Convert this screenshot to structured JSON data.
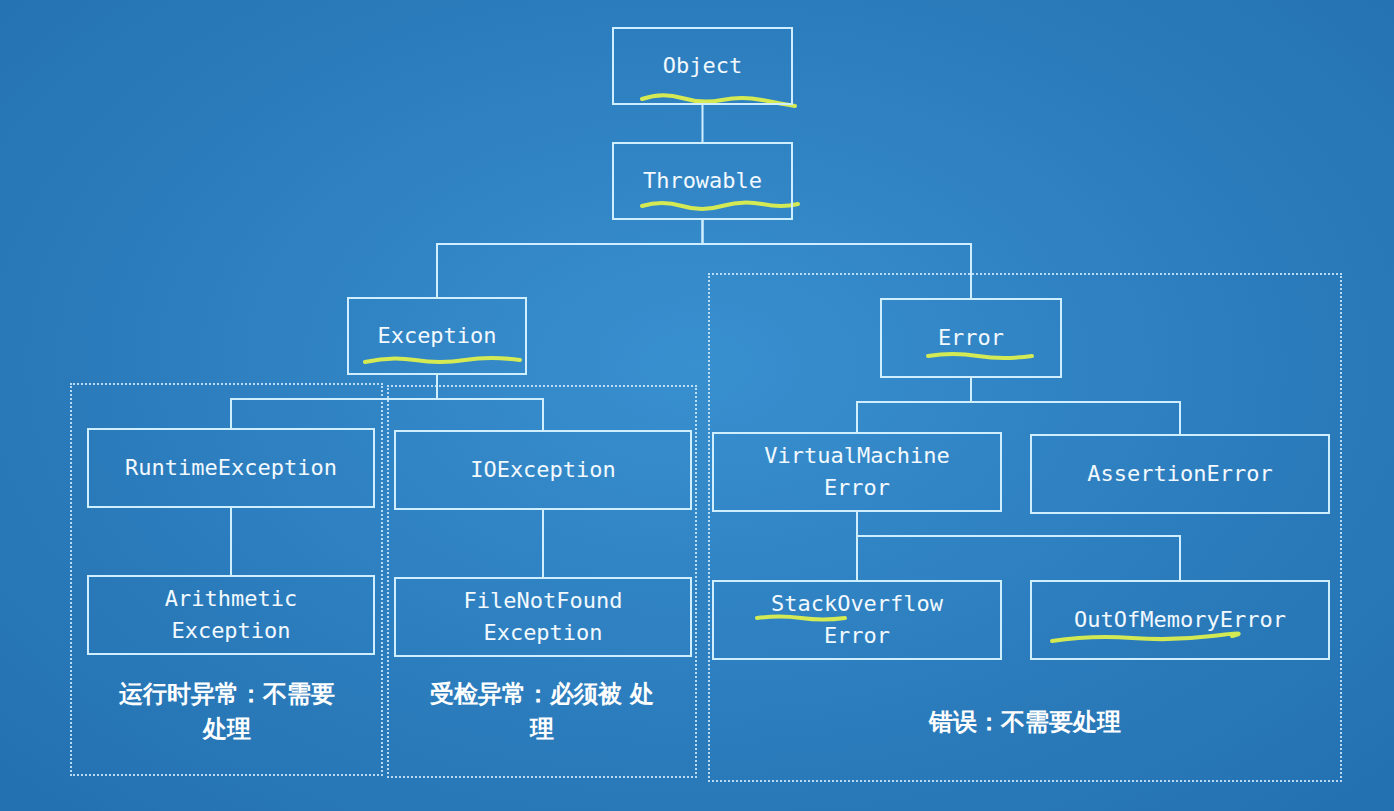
{
  "diagram": {
    "nodes": [
      {
        "text": [
          "Object"
        ]
      },
      {
        "text": [
          "Throwable"
        ]
      },
      {
        "text": [
          "错误：不需要处理"
        ]
      },
      {
        "text": [
          "Error"
        ],
        "in": 2
      },
      {
        "text": [
          "Exception"
        ]
      },
      {
        "text": [
          "运行时异常：不需要 处理"
        ]
      },
      {
        "text": [
          "RuntimeException"
        ],
        "in": 5
      },
      {
        "text": [
          "Arithmetic Exception"
        ],
        "in": 5
      },
      {
        "text": [
          "受检异常：必须被 处理"
        ]
      },
      {
        "text": [
          "IOException"
        ],
        "in": 8
      },
      {
        "text": [
          "FileNotFound Exception"
        ],
        "in": 8
      },
      {
        "text": [
          "VirtualMachine Error"
        ],
        "in": 2
      },
      {
        "text": [
          "AssertionError"
        ],
        "in": 2
      },
      {
        "text": [
          "StackOverflow Error"
        ],
        "in": 2
      },
      {
        "text": [
          "OutOfMemoryError"
        ],
        "in": 2
      }
    ],
    "edges": [
      {
        "from": 0,
        "to": 1,
        "arrow": "none"
      },
      {
        "from": 1,
        "to": 4,
        "arrow": "none"
      },
      {
        "from": 1,
        "to": 3,
        "arrow": "none"
      },
      {
        "from": 4,
        "to": 6,
        "arrow": "none"
      },
      {
        "from": 4,
        "to": 9,
        "arrow": "none"
      },
      {
        "from": 6,
        "to": 7,
        "arrow": "none"
      },
      {
        "from": 9,
        "to": 10,
        "arrow": "none"
      },
      {
        "from": 3,
        "to": 11,
        "arrow": "none"
      },
      {
        "from": 3,
        "to": 12,
        "arrow": "none"
      },
      {
        "from": 11,
        "to": 13,
        "arrow": "none"
      },
      {
        "from": 11,
        "to": 14,
        "arrow": "none"
      }
    ]
  }
}
